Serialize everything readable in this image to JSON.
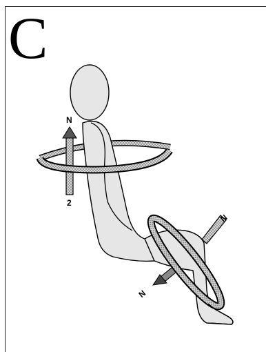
{
  "panel": {
    "label": "C"
  },
  "figure": {
    "subject": "seated-person-line-drawing",
    "colors": {
      "outline": "#000000",
      "fill": "#e6e6e6",
      "hatch": "#9a9a9a",
      "background": "#ffffff"
    },
    "axes": [
      {
        "id": "vertical",
        "end_label_top": "N",
        "end_label_bottom": "2"
      },
      {
        "id": "oblique",
        "end_label": "N",
        "opposite_label": "N"
      }
    ]
  }
}
